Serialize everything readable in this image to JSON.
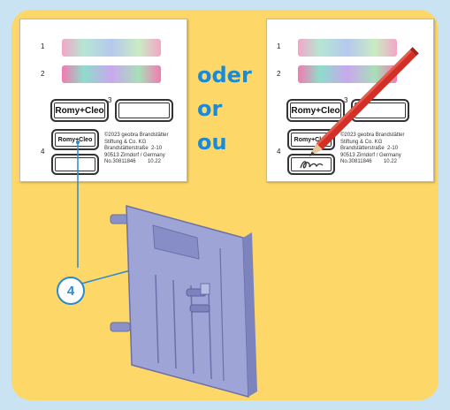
{
  "separators": {
    "german": "oder",
    "english": "or",
    "french": "ou"
  },
  "sheet": {
    "row_numbers": [
      "1",
      "2",
      "3",
      "4"
    ],
    "name_label": "Romy+Cleo",
    "small_label": "Romy+Cleo",
    "imprint": {
      "line1": "©2023 geobra Brandstätter",
      "line2": "Stiftung & Co. KG",
      "line3": "Brandstätterstraße  2-10",
      "line4": "90513 Zirndorf / Germany",
      "line5_id": "No.30811846",
      "line5_date": "10.22"
    }
  },
  "callout": {
    "number": "4"
  },
  "colors": {
    "background": "#c9e3f2",
    "panel": "#fdd768",
    "accent": "#1c8ad2",
    "door": "#9ea4d6"
  }
}
